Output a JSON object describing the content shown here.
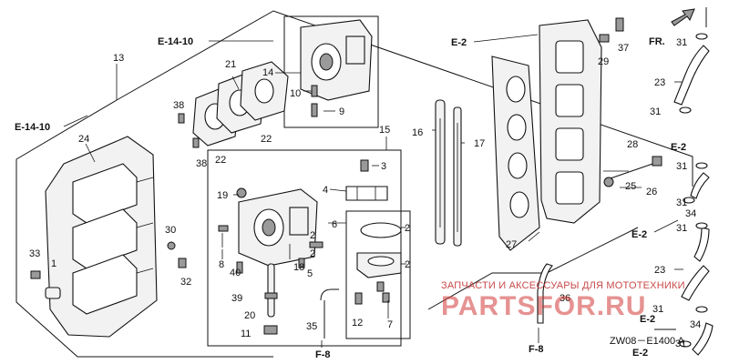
{
  "diagram": {
    "code": "ZW08－E1400 A",
    "watermark": {
      "caption": "ЗАПЧАСТИ И АКСЕССУАРЫ ДЛЯ МОТОТЕХНИКИ",
      "brand": "PARTSFOR.RU"
    },
    "direction": {
      "label": "FR.",
      "icon": "arrow-forward-icon"
    },
    "refs": {
      "e14_top": "E-14-10",
      "e14_left": "E-14-10",
      "e2_top": "E-2",
      "e2_r1": "E-2",
      "e2_r2": "E-2",
      "e2_r3": "E-2",
      "e2_r4": "E-2",
      "f8_mid": "F-8",
      "f8_left": "F-8"
    },
    "callouts": {
      "n1": "1",
      "n2a": "2",
      "n2b": "2",
      "n2c": "2",
      "n2d": "2",
      "n3": "3",
      "n4": "4",
      "n5": "5",
      "n6": "6",
      "n7": "7",
      "n8": "8",
      "n9": "9",
      "n10": "10",
      "n11": "11",
      "n12": "12",
      "n13": "13",
      "n14": "14",
      "n15": "15",
      "n16": "16",
      "n17": "17",
      "n18": "18",
      "n19": "19",
      "n20": "20",
      "n21": "21",
      "n22a": "22",
      "n22b": "22",
      "n23a": "23",
      "n23b": "23",
      "n24": "24",
      "n25": "25",
      "n26": "26",
      "n27": "27",
      "n28": "28",
      "n29": "29",
      "n30": "30",
      "n31a": "31",
      "n31b": "31",
      "n31c": "31",
      "n31d": "31",
      "n31e": "31",
      "n31f": "31",
      "n31g": "31",
      "n32": "32",
      "n33": "33",
      "n34a": "34",
      "n34b": "34",
      "n35": "35",
      "n36": "36",
      "n37": "37",
      "n38a": "38",
      "n38b": "38",
      "n39": "39",
      "n40": "40"
    }
  }
}
